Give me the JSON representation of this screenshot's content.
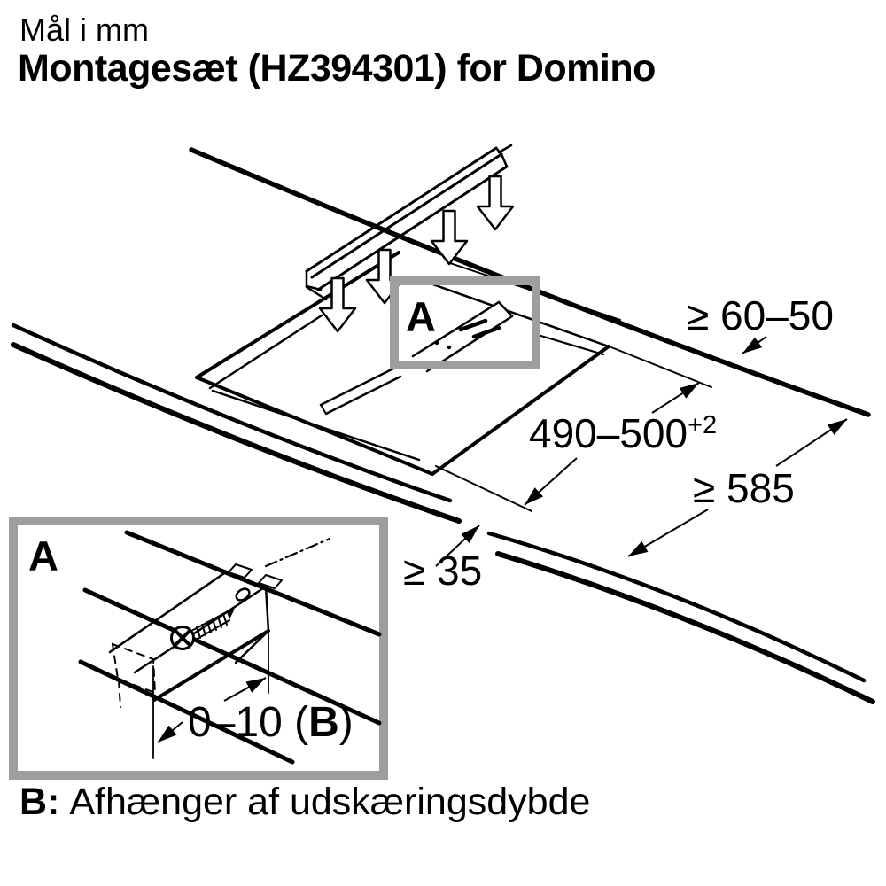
{
  "header": {
    "units_note": "Mål i mm",
    "title": "Montagesæt (HZ394301) for Domino"
  },
  "diagram": {
    "callout_label": "A",
    "dimensions": {
      "back_edge_clearance": "≥ 60–50",
      "cutout_width": "490–500",
      "cutout_width_tolerance": "+2",
      "worktop_depth": "≥ 585",
      "front_edge_clearance": "≥ 35"
    }
  },
  "detail_view": {
    "label": "A",
    "dimension_prefix": "0–10 (",
    "dimension_ref": "B",
    "dimension_suffix": ")"
  },
  "footnote": {
    "prefix": "B:",
    "text": "Afhænger af udskæringsdybde"
  },
  "colors": {
    "line": "#000000",
    "frame": "#9e9e9e",
    "background": "#ffffff"
  }
}
